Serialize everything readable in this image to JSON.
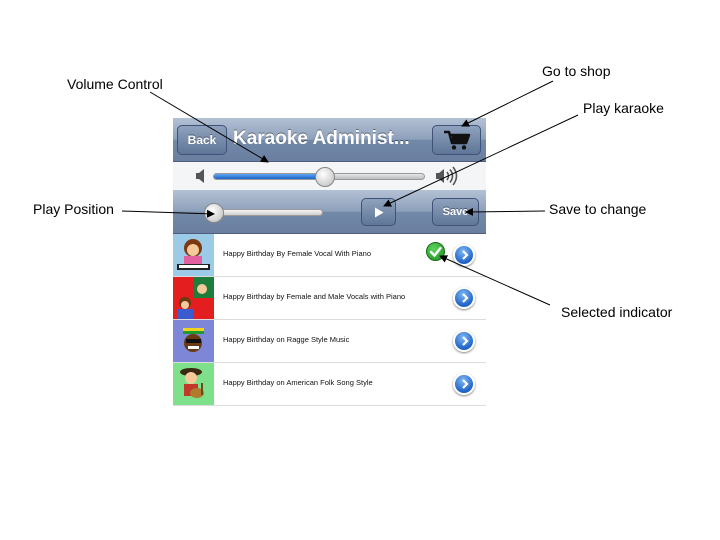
{
  "annotations": {
    "volume_control": "Volume Control",
    "go_to_shop": "Go to shop",
    "play_karaoke": "Play karaoke",
    "play_position": "Play Position",
    "save_to_change": "Save to change",
    "selected_indicator": "Selected indicator"
  },
  "navbar": {
    "back_label": "Back",
    "title": "Karaoke Administ...",
    "shop_icon": "cart-icon"
  },
  "volume": {
    "level": 0.53,
    "low_icon": "speaker-low-icon",
    "high_icon": "speaker-high-icon"
  },
  "playback": {
    "position": 0.0,
    "play_icon": "play-icon",
    "save_label": "Save"
  },
  "songs": [
    {
      "title": "Happy Birthday By Female Vocal With Piano",
      "selected": true
    },
    {
      "title": "Happy Birthday by Female and Male Vocals with Piano",
      "selected": false
    },
    {
      "title": "Happy Birthday on Ragge Style Music",
      "selected": false
    },
    {
      "title": "Happy Birthday on American Folk Song Style",
      "selected": false
    }
  ],
  "colors": {
    "bar_blue": "#7389a8",
    "slider_fill": "#1c63c8",
    "check_green": "#1b8f1b"
  }
}
